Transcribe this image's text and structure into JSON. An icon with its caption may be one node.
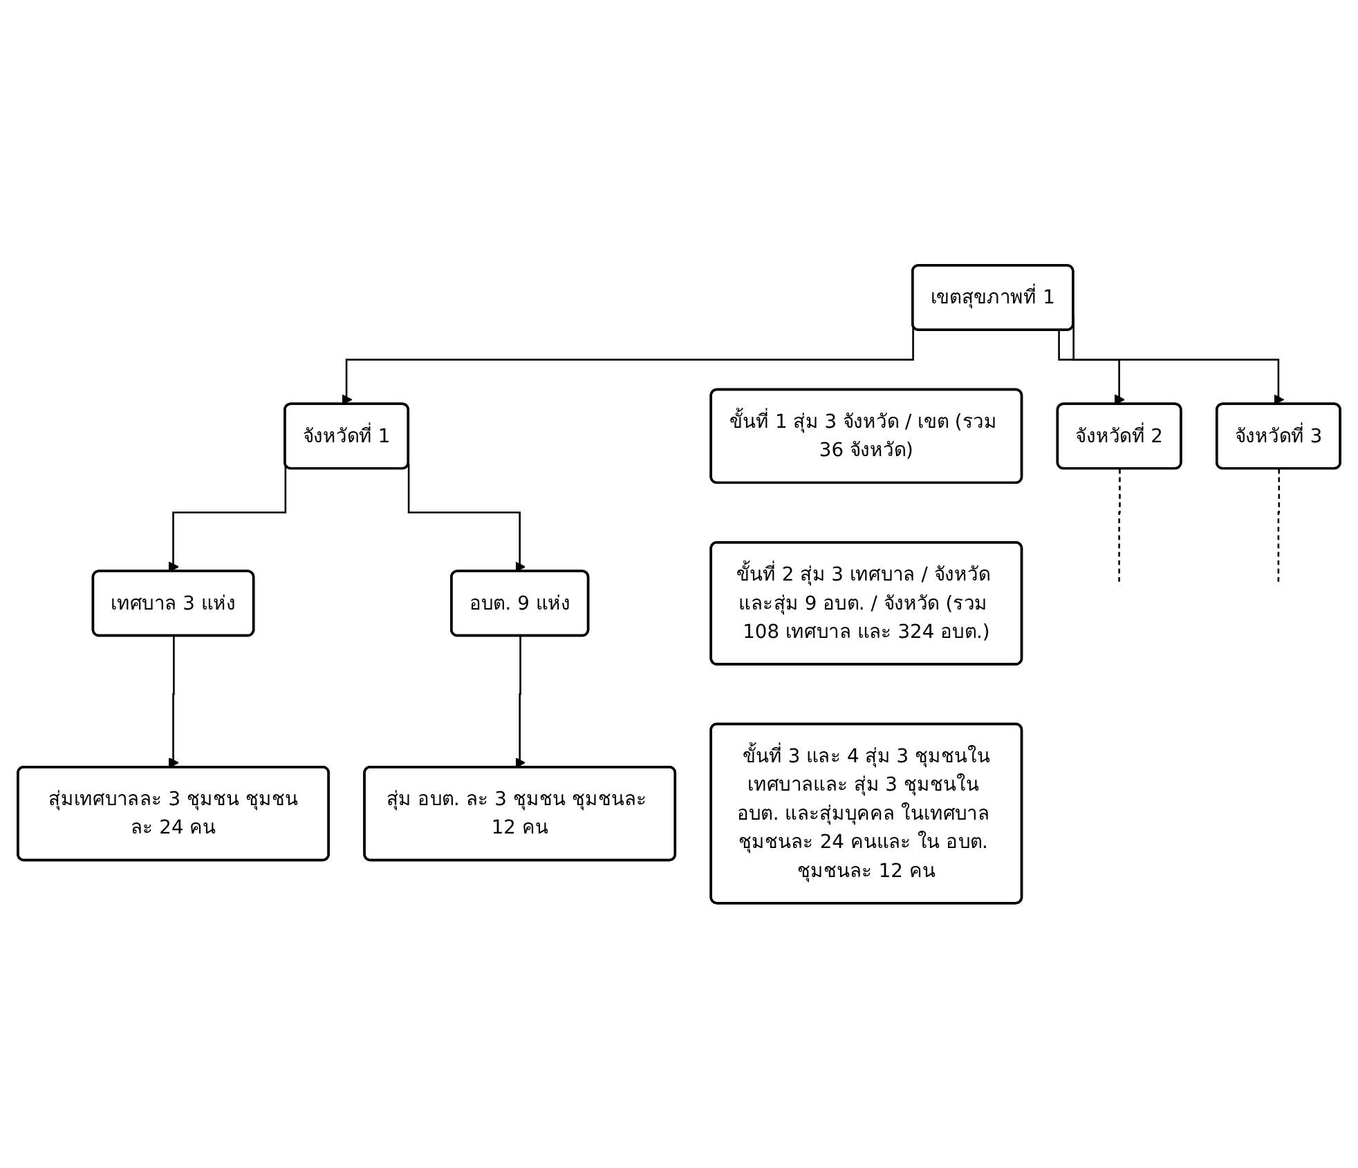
{
  "diagram": {
    "nodes": [
      {
        "text": [
          "เขตสุขภาพที่ 1"
        ]
      },
      {
        "text": [
          "ขั้นที่ 1 สุ่ม 3 จังหวัด / เขต (รวม 36 จังหวัด)"
        ]
      },
      {
        "text": [
          "จังหวัดที่ 1"
        ]
      },
      {
        "text": [
          "จังหวัดที่ 2"
        ]
      },
      {
        "text": [
          "จังหวัดที่ 3"
        ]
      },
      {
        "text": [
          "ขั้นที่ 2 สุ่ม 3 เทศบาล / จังหวัด และสุ่ม 9 อบต. / จังหวัด (รวม 108 เทศบาล และ 324 อบต.)"
        ]
      },
      {
        "text": [
          "เทศบาล 3 แห่ง"
        ]
      },
      {
        "text": [
          "อบต. 9 แห่ง"
        ]
      },
      {
        "text": [
          "ขั้นที่ 3 และ 4 สุ่ม 3 ชุมชนในเทศบาลและ สุ่ม 3 ชุมชนใน อบต. และสุ่มบุคคล ในเทศบาล ชุมชนละ 24 คนและ ใน อบต. ชุมชนละ 12 คน"
        ]
      },
      {
        "text": [
          "สุ่มเทศบาลละ 3 ชุมชน ชุมชนละ 24 คน"
        ]
      },
      {
        "text": [
          "สุ่ม อบต. ละ 3 ชุมชน ชุมชนละ 12 คน"
        ]
      }
    ],
    "edges": [
      {
        "from": 0,
        "to": 2,
        "arrow": "to"
      },
      {
        "from": 0,
        "to": 3,
        "arrow": "to"
      },
      {
        "from": 0,
        "to": 4,
        "arrow": "to"
      },
      {
        "from": 3,
        "to": null,
        "arrow": "none",
        "style": "dashed"
      },
      {
        "from": 4,
        "to": null,
        "arrow": "none",
        "style": "dashed"
      },
      {
        "from": 2,
        "to": 6,
        "arrow": "to"
      },
      {
        "from": 2,
        "to": 7,
        "arrow": "to"
      },
      {
        "from": 6,
        "to": 9,
        "arrow": "to"
      },
      {
        "from": 7,
        "to": 10,
        "arrow": "to"
      }
    ]
  }
}
